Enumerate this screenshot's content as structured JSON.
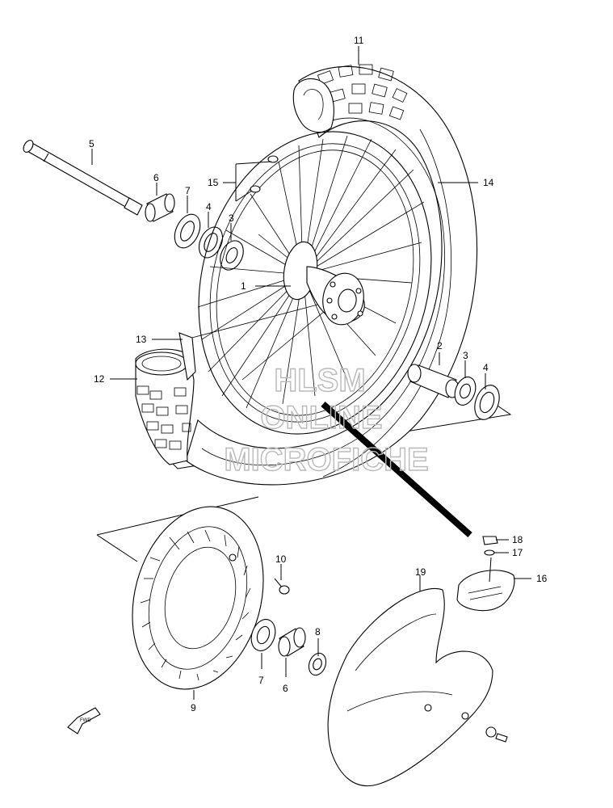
{
  "callouts": {
    "p1": "1",
    "p2": "2",
    "p3a": "3",
    "p3b": "3",
    "p4a": "4",
    "p4b": "4",
    "p5": "5",
    "p6a": "6",
    "p6b": "6",
    "p7a": "7",
    "p7b": "7",
    "p8": "8",
    "p9": "9",
    "p10": "10",
    "p11": "11",
    "p12": "12",
    "p13": "13",
    "p14": "14",
    "p15": "15",
    "p16": "16",
    "p17": "17",
    "p18": "18",
    "p19": "19"
  },
  "watermark": {
    "line1": "HLSM",
    "line2": "ONLINE",
    "line3": "MICROFICHE"
  },
  "fwd_label": "FWD",
  "icons": [
    "fwd-arrow-icon"
  ]
}
